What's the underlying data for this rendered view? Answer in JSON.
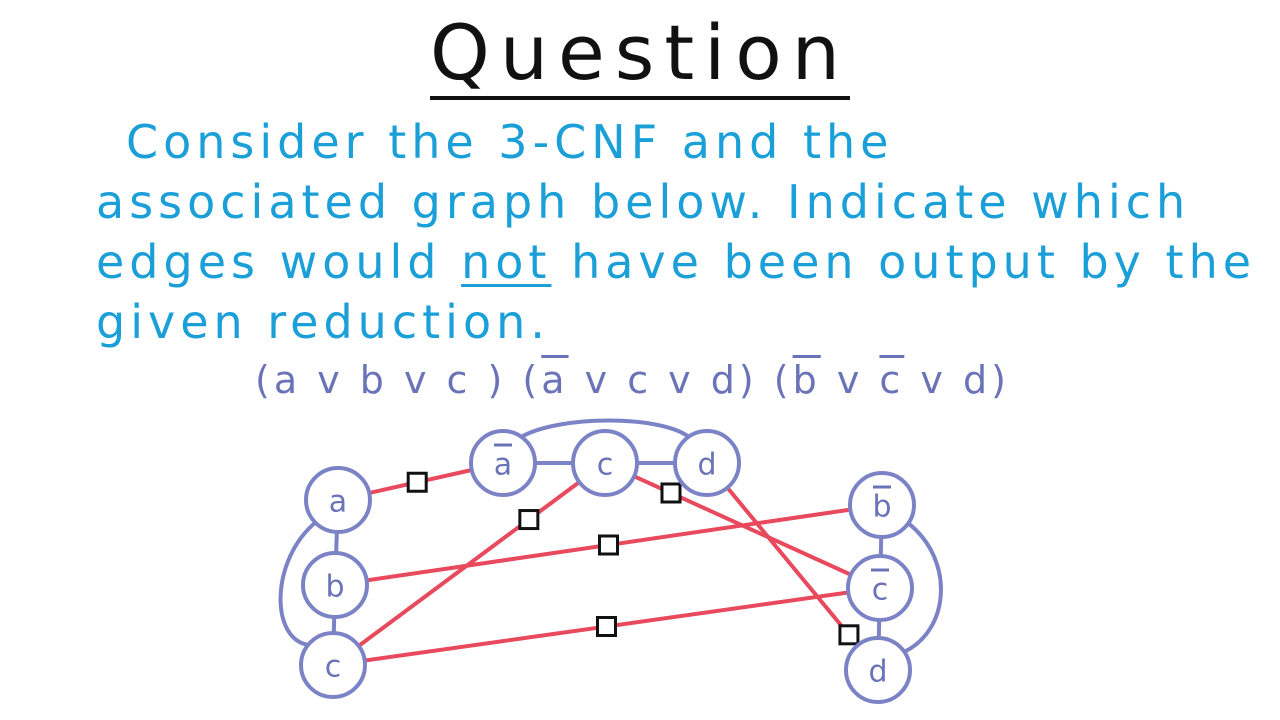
{
  "title": "Question",
  "prompt": {
    "line1": "Consider the 3-CNF and the",
    "line2": "associated graph below. Indicate which",
    "line3_before": "edges would ",
    "line3_emph": "not",
    "line3_after": " have been output by the",
    "line4": "given reduction."
  },
  "formula": {
    "c1": "(a v b v c )",
    "c2_open": "(",
    "c2_neg": "a",
    "c2_rest": " v c v d)",
    "c3_open": "(",
    "c3_neg1": "b",
    "c3_mid": " v ",
    "c3_neg2": "c",
    "c3_rest": " v d)"
  },
  "graph": {
    "nodes": [
      {
        "id": "a1",
        "label": "a",
        "negated": false
      },
      {
        "id": "b1",
        "label": "b",
        "negated": false
      },
      {
        "id": "c1",
        "label": "c",
        "negated": false
      },
      {
        "id": "na2",
        "label": "a",
        "negated": true
      },
      {
        "id": "c2",
        "label": "c",
        "negated": false
      },
      {
        "id": "d2",
        "label": "d",
        "negated": false
      },
      {
        "id": "nb3",
        "label": "b",
        "negated": true
      },
      {
        "id": "nc3",
        "label": "c",
        "negated": true
      },
      {
        "id": "d3",
        "label": "d",
        "negated": false
      }
    ],
    "clause_edges": [
      [
        "a1",
        "b1"
      ],
      [
        "b1",
        "c1"
      ],
      [
        "a1",
        "c1"
      ],
      [
        "na2",
        "c2"
      ],
      [
        "c2",
        "d2"
      ],
      [
        "na2",
        "d2"
      ],
      [
        "nb3",
        "nc3"
      ],
      [
        "nc3",
        "d3"
      ],
      [
        "nb3",
        "d3"
      ]
    ],
    "cross_edges": [
      [
        "a1",
        "na2"
      ],
      [
        "c1",
        "c2"
      ],
      [
        "c2",
        "nc3"
      ],
      [
        "b1",
        "nb3"
      ],
      [
        "c1",
        "nc3"
      ],
      [
        "d2",
        "d3"
      ]
    ],
    "colors": {
      "node": "#7b83c6",
      "cross_edge": "#e8495c",
      "marker": "#111111",
      "prompt": "#1a9fd8"
    }
  }
}
